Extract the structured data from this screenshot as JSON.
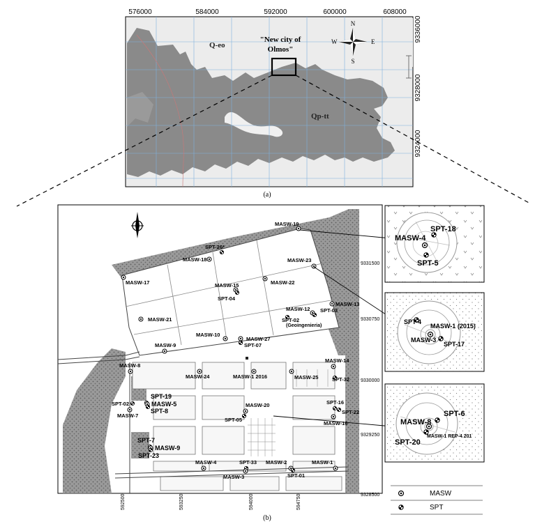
{
  "panel_a": {
    "caption": "(a)",
    "x_ticks": [
      "576000",
      "584000",
      "592000",
      "600000",
      "608000"
    ],
    "y_ticks": [
      "9336000",
      "9328000",
      "9324000"
    ],
    "region_labels": [
      {
        "id": "qeo",
        "text": "Q-eo"
      },
      {
        "id": "qptt",
        "text": "Qp-tt"
      }
    ],
    "city_label_line1": "\"New city of",
    "city_label_line2": "Olmos\"",
    "compass": {
      "n": "N",
      "s": "S",
      "e": "E",
      "w": "W"
    },
    "colors": {
      "geology_fill": "#8c8c8c",
      "background": "#ebebeb",
      "grid": "#6fa8dc"
    }
  },
  "panel_b": {
    "caption": "(b)",
    "y_ticks": [
      "9331500",
      "9330750",
      "9330000",
      "9329250",
      "9328500"
    ],
    "x_ticks": [
      "592500",
      "593250",
      "594000",
      "594750"
    ],
    "legend": {
      "masw": "MASW",
      "spt": "SPT"
    },
    "points": [
      {
        "id": "masw-19",
        "label": "MASW-19",
        "kind": "masw"
      },
      {
        "id": "spt-26",
        "label": "SPT-26*",
        "kind": "spt"
      },
      {
        "id": "masw-18",
        "label": "MASW-18",
        "kind": "masw"
      },
      {
        "id": "masw-23",
        "label": "MASW-23",
        "kind": "masw"
      },
      {
        "id": "masw-17",
        "label": "MASW-17",
        "kind": "masw"
      },
      {
        "id": "masw-15",
        "label": "MASW-15",
        "kind": "masw"
      },
      {
        "id": "masw-22",
        "label": "MASW-22",
        "kind": "masw"
      },
      {
        "id": "spt-04",
        "label": "SPT-04",
        "kind": "spt"
      },
      {
        "id": "masw-13",
        "label": "MASW-13",
        "kind": "masw"
      },
      {
        "id": "masw-12",
        "label": "MASW-12",
        "kind": "masw"
      },
      {
        "id": "spt-03",
        "label": "SPT-03",
        "kind": "spt"
      },
      {
        "id": "masw-21",
        "label": "MASW-21",
        "kind": "masw"
      },
      {
        "id": "spt-02g",
        "label": "SPT-02",
        "kind": "spt"
      },
      {
        "id": "masw-10",
        "label": "MASW-10",
        "kind": "masw"
      },
      {
        "id": "masw-27",
        "label": "MASW-27",
        "kind": "masw"
      },
      {
        "id": "spt-07",
        "label": "SPT-07",
        "kind": "spt"
      },
      {
        "id": "masw-9a",
        "label": "MASW-9",
        "kind": "masw"
      },
      {
        "id": "masw-8",
        "label": "MASW-8",
        "kind": "masw"
      },
      {
        "id": "masw-14",
        "label": "MASW-14",
        "kind": "masw"
      },
      {
        "id": "masw-24",
        "label": "MASW-24",
        "kind": "masw"
      },
      {
        "id": "masw-1-2016",
        "label": "MASW-1 2016",
        "kind": "masw"
      },
      {
        "id": "masw-25",
        "label": "MASW-25",
        "kind": "masw"
      },
      {
        "id": "spt-32",
        "label": "SPT-32",
        "kind": "spt"
      },
      {
        "id": "spt-19",
        "label": "SPT-19",
        "kind": "spt"
      },
      {
        "id": "masw-5",
        "label": "MASW-5",
        "kind": "masw"
      },
      {
        "id": "spt-8",
        "label": "SPT-8",
        "kind": "spt"
      },
      {
        "id": "spt-02",
        "label": "SPT-02",
        "kind": "spt"
      },
      {
        "id": "masw-7",
        "label": "MASW-7",
        "kind": "masw"
      },
      {
        "id": "masw-20",
        "label": "MASW-20",
        "kind": "masw"
      },
      {
        "id": "spt-05",
        "label": "SPT-05",
        "kind": "spt"
      },
      {
        "id": "spt-16",
        "label": "SPT-16",
        "kind": "spt"
      },
      {
        "id": "spt-22",
        "label": "SPT-22",
        "kind": "spt"
      },
      {
        "id": "masw-16",
        "label": "MASW-16",
        "kind": "masw"
      },
      {
        "id": "spt-7",
        "label": "SPT-7",
        "kind": "spt"
      },
      {
        "id": "masw-9b",
        "label": "MASW-9",
        "kind": "masw"
      },
      {
        "id": "spt-23",
        "label": "SPT-23",
        "kind": "spt"
      },
      {
        "id": "masw-4",
        "label": "MASW-4",
        "kind": "masw"
      },
      {
        "id": "spt-33",
        "label": "SPT-33",
        "kind": "spt"
      },
      {
        "id": "masw-2",
        "label": "MASW-2",
        "kind": "masw"
      },
      {
        "id": "masw-1",
        "label": "MASW-1",
        "kind": "masw"
      },
      {
        "id": "masw-3",
        "label": "MASW-3",
        "kind": "masw"
      },
      {
        "id": "spt-01",
        "label": "SPT-01",
        "kind": "spt"
      }
    ],
    "geoingenieria_label": "(Geoingenieria)",
    "insets": [
      {
        "id": "inset-1",
        "labels": [
          {
            "id": "spt-18",
            "text": "SPT-18"
          },
          {
            "id": "masw-4",
            "text": "MASW-4"
          },
          {
            "id": "spt-5",
            "text": "SPT-5"
          }
        ]
      },
      {
        "id": "inset-2",
        "labels": [
          {
            "id": "spt-x",
            "text": "SPT-4"
          },
          {
            "id": "masw-1-2015",
            "text": "MASW-1 (2015)"
          },
          {
            "id": "masw-3",
            "text": "MASW-3"
          },
          {
            "id": "spt-17",
            "text": "SPT-17"
          }
        ]
      },
      {
        "id": "inset-3",
        "labels": [
          {
            "id": "masw-8",
            "text": "MASW-8"
          },
          {
            "id": "spt-6",
            "text": "SPT-6"
          },
          {
            "id": "spt-20",
            "text": "SPT-20"
          },
          {
            "id": "masw-1-rep",
            "text": "MASW-1 REP-4 201"
          }
        ]
      }
    ]
  }
}
